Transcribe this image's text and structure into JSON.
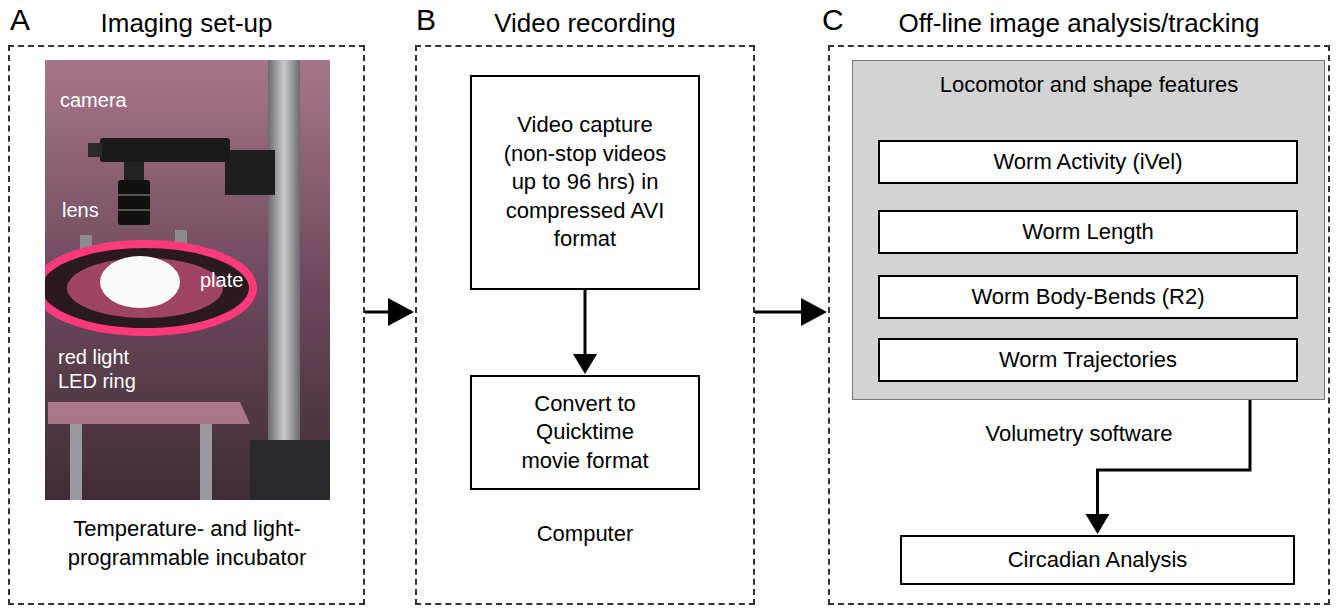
{
  "diagram": {
    "nodes": [
      {
        "text": [
          "Imaging set-up",
          "Temperature- and light- programmable incubator"
        ]
      },
      {
        "text": [
          "Video recording",
          "Computer"
        ]
      },
      {
        "text": [
          "Video capture (non-stop videos up to 96 hrs) in compressed AVI format"
        ],
        "in": 1
      },
      {
        "text": [
          "Convert to Quicktime movie format"
        ],
        "in": 1
      },
      {
        "text": [
          "Off-line image analysis/tracking",
          "Volumetry software"
        ]
      },
      {
        "text": [
          "Locomotor and shape features"
        ],
        "in": 4
      },
      {
        "text": [
          "Worm Activity (iVel)"
        ],
        "in": 5
      },
      {
        "text": [
          "Worm Length"
        ],
        "in": 5
      },
      {
        "text": [
          "Worm Body-Bends (R2)"
        ],
        "in": 5
      },
      {
        "text": [
          "Worm Trajectories"
        ],
        "in": 5
      },
      {
        "text": [
          "Circadian Analysis"
        ],
        "in": 4
      }
    ],
    "edges": [
      {
        "from": 0,
        "to": 1,
        "arrow": "to"
      },
      {
        "from": 2,
        "to": 3,
        "arrow": "to"
      },
      {
        "from": 1,
        "to": 4,
        "arrow": "to"
      },
      {
        "from": 5,
        "to": 10,
        "arrow": "to"
      }
    ],
    "labels": [
      "A",
      "B",
      "C",
      "camera",
      "lens",
      "plate",
      "red light LED ring"
    ]
  }
}
